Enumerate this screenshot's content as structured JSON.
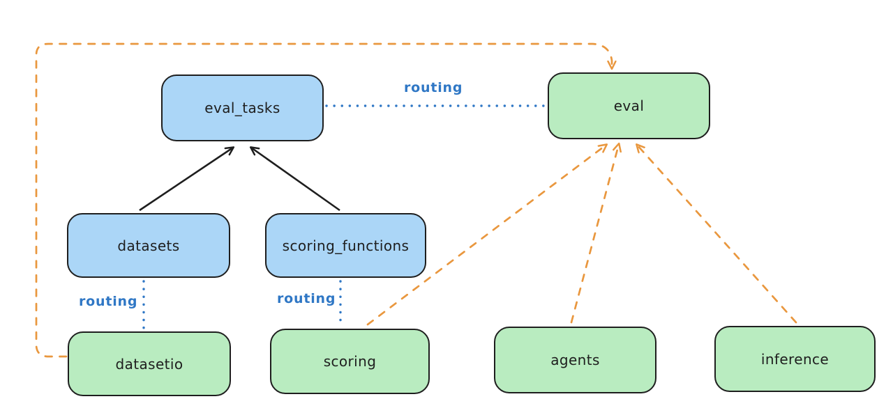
{
  "colors": {
    "bg": "#ffffff",
    "ink": "#1e1e1e",
    "blue-fill": "#abd6f7",
    "green-fill": "#b9ecc0",
    "routing": "#2f77c5",
    "orange": "#e9973e"
  },
  "nodes": {
    "eval_tasks": {
      "label": "eval_tasks",
      "color": "blue"
    },
    "eval": {
      "label": "eval",
      "color": "green"
    },
    "datasets": {
      "label": "datasets",
      "color": "blue"
    },
    "scoring_functions": {
      "label": "scoring_functions",
      "color": "blue"
    },
    "datasetio": {
      "label": "datasetio",
      "color": "green"
    },
    "scoring": {
      "label": "scoring",
      "color": "green"
    },
    "agents": {
      "label": "agents",
      "color": "green"
    },
    "inference": {
      "label": "inference",
      "color": "green"
    }
  },
  "edge_labels": {
    "routing_eval_tasks_eval": "routing",
    "routing_datasets_datasetio": "routing",
    "routing_scoring_functions_scoring": "routing"
  },
  "edges": [
    {
      "from": "datasets",
      "to": "eval_tasks",
      "style": "solid-arrow",
      "color": "black"
    },
    {
      "from": "scoring_functions",
      "to": "eval_tasks",
      "style": "solid-arrow",
      "color": "black"
    },
    {
      "from": "eval_tasks",
      "to": "eval",
      "style": "dotted",
      "color": "blue",
      "label": "routing"
    },
    {
      "from": "datasets",
      "to": "datasetio",
      "style": "dotted",
      "color": "blue",
      "label": "routing"
    },
    {
      "from": "scoring_functions",
      "to": "scoring",
      "style": "dotted",
      "color": "blue",
      "label": "routing"
    },
    {
      "from": "datasetio",
      "to": "eval",
      "style": "dashed-arrow",
      "color": "orange"
    },
    {
      "from": "scoring",
      "to": "eval",
      "style": "dashed-arrow",
      "color": "orange"
    },
    {
      "from": "agents",
      "to": "eval",
      "style": "dashed-arrow",
      "color": "orange"
    },
    {
      "from": "inference",
      "to": "eval",
      "style": "dashed-arrow",
      "color": "orange"
    }
  ]
}
